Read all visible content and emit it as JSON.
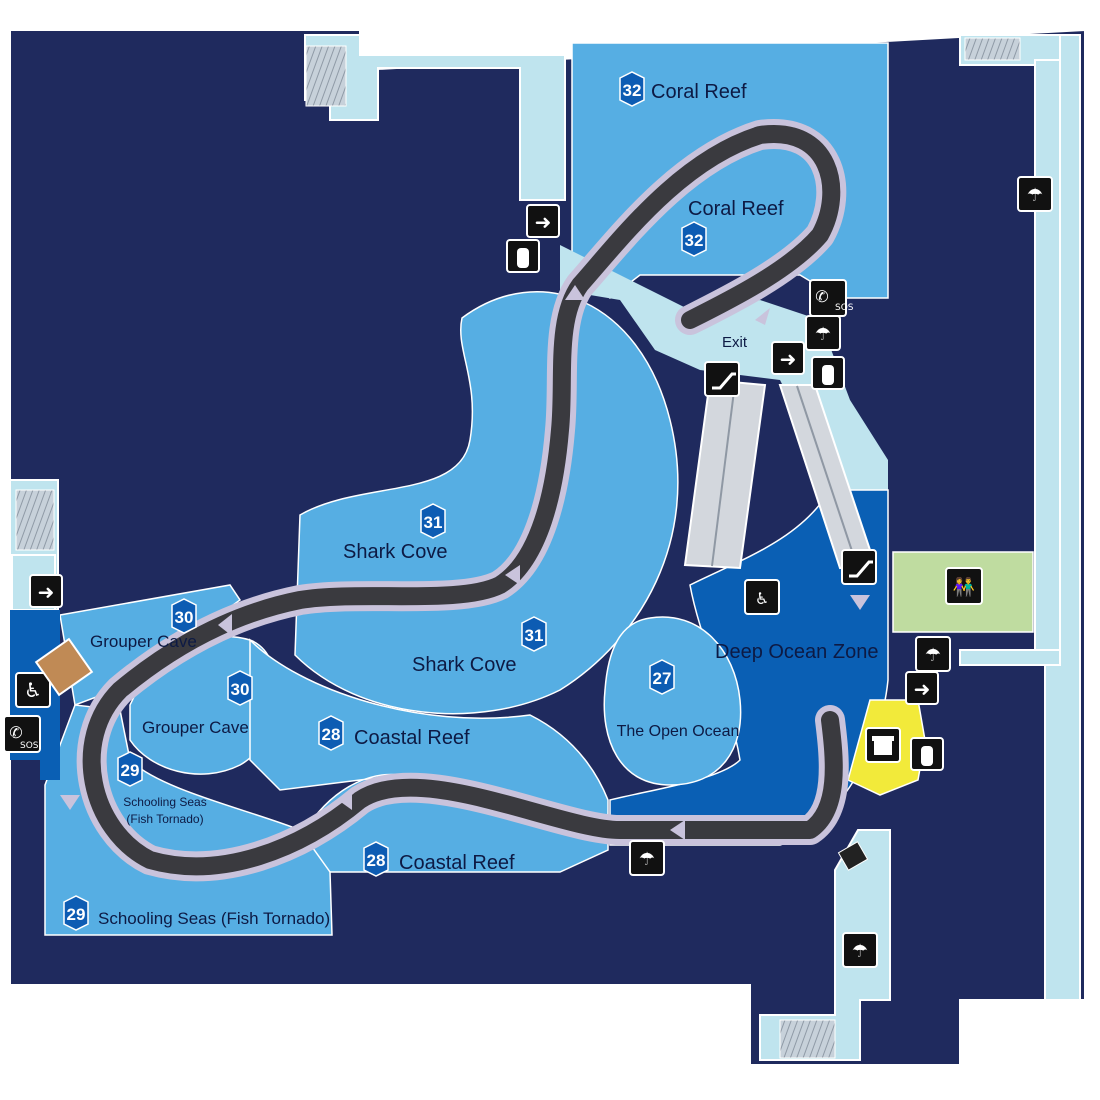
{
  "colors": {
    "background": "#1f2a5e",
    "corridor": "#bfe4ee",
    "zone_light": "#56aee3",
    "zone_deep": "#0a5fb4",
    "walkway": "#3a3a3f",
    "walkway_edge": "#c9c3dc",
    "restroom": "#bfdca0",
    "gift_shop": "#f2ea3a",
    "badge": "#0d5cb3"
  },
  "zones": {
    "coral_reef_top": {
      "num": "32",
      "name": "Coral Reef"
    },
    "coral_reef_inner": {
      "num": "32",
      "name": "Coral Reef"
    },
    "shark_cove_1": {
      "num": "31",
      "name": "Shark Cove"
    },
    "shark_cove_2": {
      "num": "31",
      "name": "Shark Cove"
    },
    "grouper_cave_1": {
      "num": "30",
      "name": "Grouper Cave"
    },
    "grouper_cave_2": {
      "num": "30",
      "name": "Grouper Cave"
    },
    "schooling_seas_1": {
      "num": "29",
      "name_line1": "Schooling Seas",
      "name_line2": "(Fish Tornado)"
    },
    "schooling_seas_2": {
      "num": "29",
      "name": "Schooling Seas (Fish Tornado)"
    },
    "coastal_reef_1": {
      "num": "28",
      "name": "Coastal Reef"
    },
    "coastal_reef_2": {
      "num": "28",
      "name": "Coastal Reef"
    },
    "open_ocean": {
      "num": "27",
      "name": "The Open Ocean"
    },
    "deep_ocean": {
      "name": "Deep Ocean Zone"
    }
  },
  "labels": {
    "exit": "Exit"
  },
  "icons": {
    "emergency_exit": "emergency-exit-icon",
    "fire_extinguisher": "fire-extinguisher-icon",
    "sos_phone": "sos-phone-icon",
    "sos_text": "SOS",
    "shower": "shower-icon",
    "escalator": "escalator-icon",
    "restroom": "restroom-icon",
    "wheelchair": "wheelchair-icon",
    "gift": "gift-shop-icon",
    "quiet_room": "quiet-room-icon",
    "cash": "cash-machine-icon"
  }
}
